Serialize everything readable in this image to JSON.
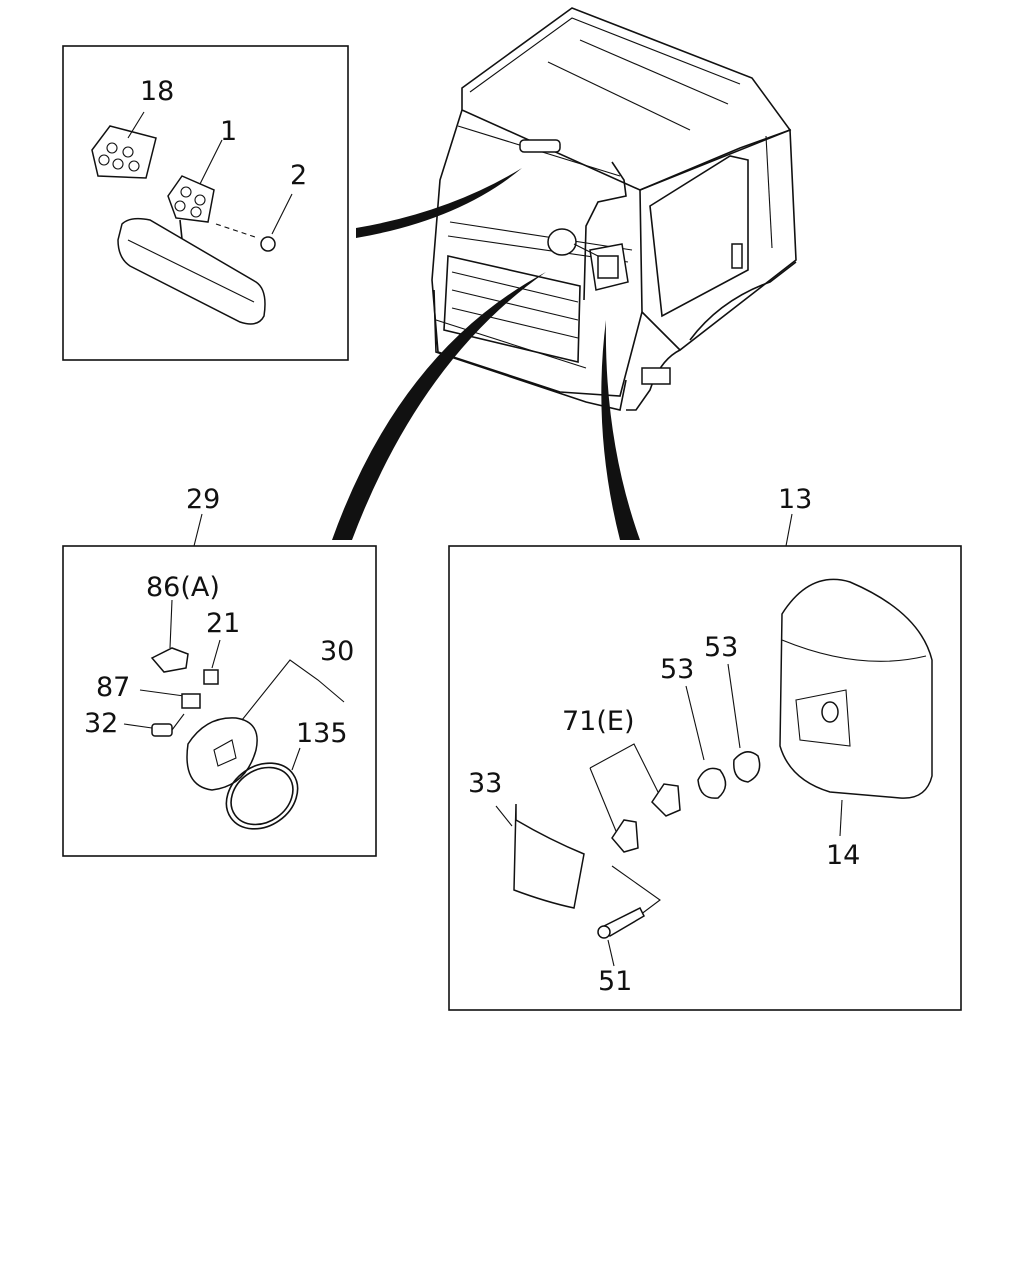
{
  "labels": {
    "p18": "18",
    "p1": "1",
    "p2": "2",
    "p29": "29",
    "p86a": "86(A)",
    "p21": "21",
    "p30": "30",
    "p87": "87",
    "p32": "32",
    "p135": "135",
    "p13": "13",
    "p53a": "53",
    "p53b": "53",
    "p71e": "71(E)",
    "p33": "33",
    "p14": "14",
    "p51": "51"
  }
}
